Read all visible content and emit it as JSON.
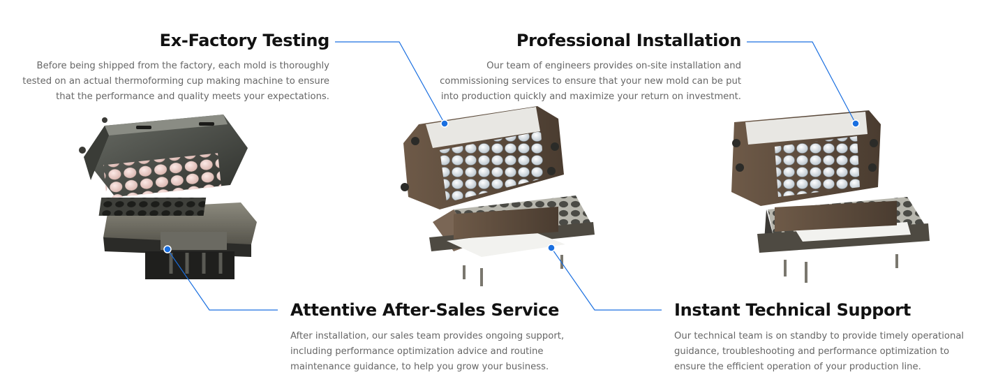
{
  "features": [
    {
      "title": "Ex-Factory Testing",
      "body": "Before being shipped from the factory, each mold is thoroughly tested on an actual thermoforming cup making machine to ensure that the performance and quality meets your expectations."
    },
    {
      "title": "Professional Installation",
      "body": "Our team of engineers provides on-site installation and commissioning services to ensure that your new mold can be put into production quickly and maximize your return on investment."
    },
    {
      "title": "Attentive After-Sales Service",
      "body": "After installation, our sales team provides ongoing support, including performance optimization advice and routine maintenance guidance, to help you grow your business."
    },
    {
      "title": "Instant Technical Support",
      "body": "Our technical team is on standby to provide timely operational guidance, troubleshooting and performance optimization to ensure the efficient operation of your production line."
    }
  ],
  "colors": {
    "accent": "#1a6fe0",
    "heading": "#111111",
    "body_text": "#666666"
  },
  "images": [
    {
      "name": "mold-image-1",
      "desc": "thermoforming cup mold with pink cups"
    },
    {
      "name": "mold-image-2",
      "desc": "thermoforming cup mold with white cups"
    },
    {
      "name": "mold-image-3",
      "desc": "thermoforming cup mold with white cups"
    }
  ]
}
